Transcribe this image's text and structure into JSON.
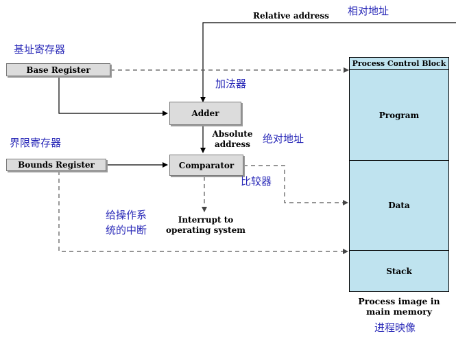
{
  "labels": {
    "relative_address": "Relative address",
    "relative_address_cn": "相对地址",
    "base_register_cn": "基址寄存器",
    "base_register": "Base Register",
    "adder_cn": "加法器",
    "adder": "Adder",
    "absolute_address_line1": "Absolute",
    "absolute_address_line2": "address",
    "absolute_address_cn": "绝对地址",
    "bounds_register_cn": "界限寄存器",
    "bounds_register": "Bounds Register",
    "comparator": "Comparator",
    "comparator_cn": "比较器",
    "interrupt_cn_line1": "给操作系",
    "interrupt_cn_line2": "统的中断",
    "interrupt_line1": "Interrupt to",
    "interrupt_line2": "operating system"
  },
  "process_image": {
    "segments": [
      "Process Control Block",
      "Program",
      "Data",
      "Stack"
    ],
    "caption_line1": "Process image in",
    "caption_line2": "main memory",
    "caption_cn": "进程映像"
  },
  "colors": {
    "segment_fill": "#bfe3ef",
    "box_fill": "#dcdcdc",
    "chinese_text": "#2a2ab8"
  }
}
